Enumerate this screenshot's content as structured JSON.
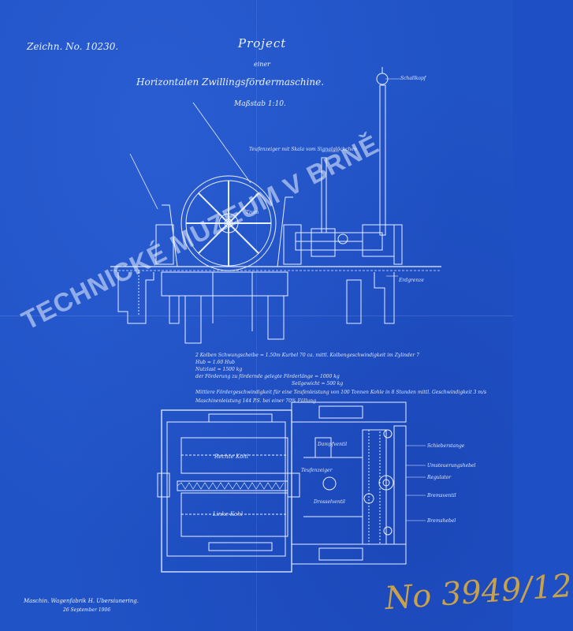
{
  "drawing_number": "Zeichn. No. 10230.",
  "title": "Project",
  "subtitle_connector": "einer",
  "subtitle": "Horizontalen Zwillingsfördermaschine.",
  "scale": "Maßstab 1:10.",
  "labels": {
    "top_note": "Teufenzeiger mit Skala vom Signalglöckchen",
    "schallkopf": "Schallkopf",
    "drum": "Trom",
    "ground": "Erdgrenze"
  },
  "specs": [
    "2 Kolben Schwungscheibe = 1.50m Kurbel 70 ca. mittl. Kolbengeschwindigkeit im Zylinder 7",
    "Hub = 1.60 Hub",
    "Nutzlast = 1500 kg",
    "der Förderung zu fördernde gelegte Förderlänge = 1000 kg",
    "Seilgewicht = 500 kg",
    "Mittlere Fördergeschwindigkeit für eine Teufenleistung von 100 Tonnen Kohle in 8 Stunden mittl. Geschwindigkeit 3 m/s",
    "Maschinenleistung 144 P.S. bei einer 70% Füllung"
  ],
  "plan_labels": {
    "left_drum": "Linke Kohl",
    "right_drum": "Rechte Kohl",
    "teufenzeiger": "Teufenzeiger",
    "dampfventil": "Dampfventil",
    "bremse": "Bremsventil",
    "umsteuerung": "Umsteuerungshebel",
    "regulator": "Regulator",
    "drosselventil": "Drosselventil",
    "schieberstange": "Schieberstange",
    "bremshebel": "Bremshebel"
  },
  "maker": "Maschin. Wagenfabrik H. Ubersiunering.",
  "date": "26 September 1906",
  "watermark": "TECHNICKÉ MUZEUM V BRNĚ",
  "inventory_number": "No 3949/12"
}
